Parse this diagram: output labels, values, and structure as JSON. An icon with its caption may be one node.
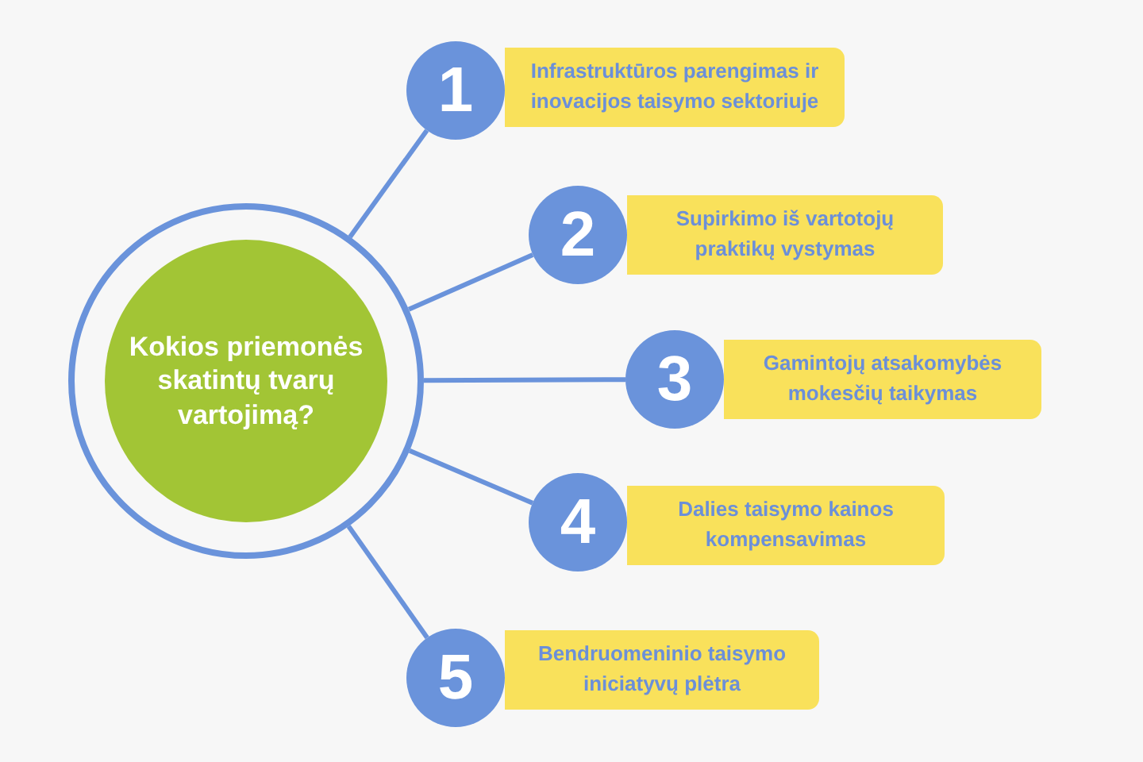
{
  "diagram": {
    "nodes": [
      {
        "text": [
          "Kokios priemonės skatintų tvarų vartojimą?"
        ]
      },
      {
        "text": [
          "1"
        ]
      },
      {
        "text": [
          "Infrastruktūros parengimas ir inovacijos taisymo sektoriuje"
        ]
      },
      {
        "text": [
          "2"
        ]
      },
      {
        "text": [
          "Supirkimo iš vartotojų praktikų vystymas"
        ]
      },
      {
        "text": [
          "3"
        ]
      },
      {
        "text": [
          "Gamintojų atsakomybės mokesčių taikymas"
        ]
      },
      {
        "text": [
          "4"
        ]
      },
      {
        "text": [
          "Dalies taisymo kainos kompensavimas"
        ]
      },
      {
        "text": [
          "5"
        ]
      },
      {
        "text": [
          "Bendruomeninio taisymo iniciatyvų plėtra"
        ]
      }
    ],
    "edges": [
      {
        "from": 0,
        "to": 1,
        "arrow": "none"
      },
      {
        "from": 0,
        "to": 3,
        "arrow": "none"
      },
      {
        "from": 0,
        "to": 5,
        "arrow": "none"
      },
      {
        "from": 0,
        "to": 7,
        "arrow": "none"
      },
      {
        "from": 0,
        "to": 9,
        "arrow": "none"
      }
    ]
  }
}
